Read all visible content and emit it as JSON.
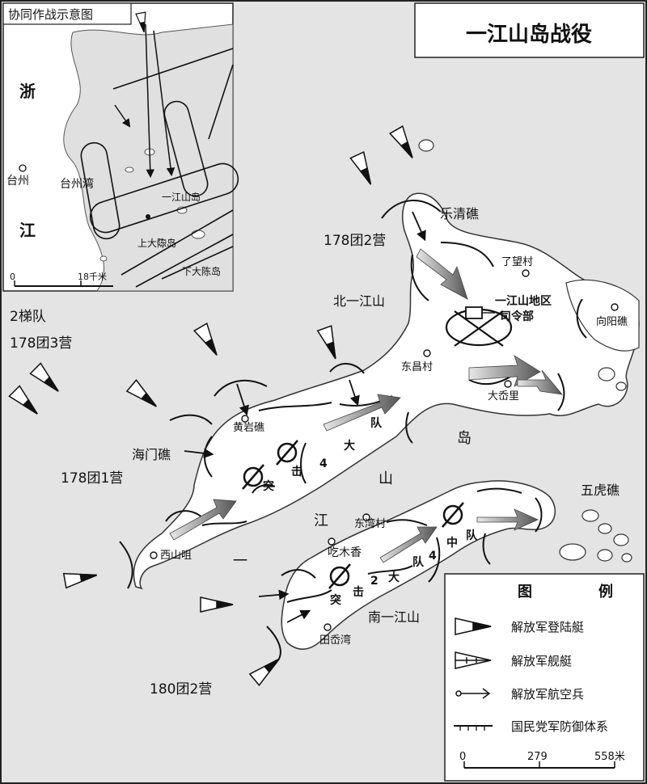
{
  "title": "一江山岛战役",
  "inset": {
    "title": "协同作战示意图",
    "labels": {
      "zhe": "浙",
      "jiang": "江",
      "taizhou": "台州",
      "taizhou_bay": "台州湾",
      "yijiangshan": "一江山岛",
      "shang_dachen": "上大陈岛",
      "xia_dachen": "下大陈岛"
    },
    "scale": {
      "zero": "0",
      "max": "18千米"
    }
  },
  "places": {
    "leqing_reef": "乐清礁",
    "liaowang": "了望村",
    "hq": "一江山地区\n司令部",
    "xiangyang_reef": "向阳礁",
    "dongchang": "东昌村",
    "daxiangli": "大岙里",
    "bei_yijiangshan": "北一江山",
    "huangyan_reef": "黄岩礁",
    "haimen_reef": "海门礁",
    "xishan_tou": "西山咀",
    "dongwan": "东湾村",
    "chimuxiang": "吃木香",
    "nan_yijiangshan": "南一江山",
    "tianxiang_wan": "田岙湾",
    "wuhu_reef": "五虎礁",
    "island_chars": [
      "一",
      "江",
      "山",
      "岛"
    ]
  },
  "units": {
    "u178_2": "178团2营",
    "u2_echelon": "2梯队",
    "u178_3": "178团3营",
    "u178_1": "178团1营",
    "u180_2": "180团2营",
    "north_assault": [
      "突",
      "击",
      "4",
      "大",
      "队"
    ],
    "south_assault": [
      "突",
      "击",
      "2",
      "大",
      "队",
      "4",
      "中",
      "队"
    ]
  },
  "legend": {
    "title": [
      "图",
      "例"
    ],
    "items": [
      {
        "icon": "landing-craft-icon",
        "label": "解放军登陆艇"
      },
      {
        "icon": "naval-ship-icon",
        "label": "解放军舰艇"
      },
      {
        "icon": "air-force-icon",
        "label": "解放军航空兵"
      },
      {
        "icon": "defense-line-icon",
        "label": "国民党军防御体系"
      }
    ],
    "scale": {
      "ticks": [
        "0",
        "279",
        "558米"
      ]
    }
  },
  "colors": {
    "sea": "#e4e4e4",
    "land": "#ffffff",
    "ink": "#111111",
    "arrow_grey": "#7a7a7a"
  }
}
